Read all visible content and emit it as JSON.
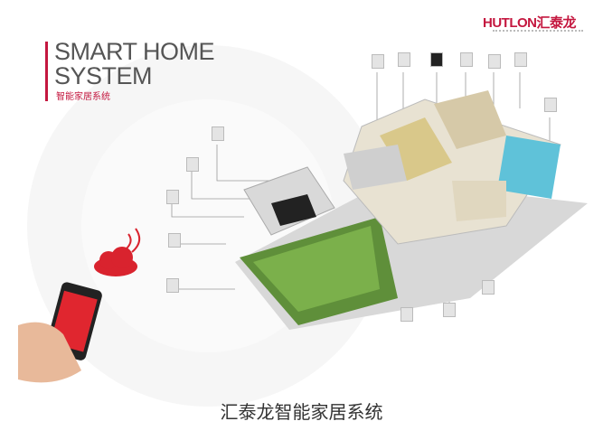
{
  "brand": {
    "logo": "HUTLON汇泰龙",
    "color": "#c4173f"
  },
  "header": {
    "title_line1": "SMART HOME",
    "title_line2": "SYSTEM",
    "subtitle": "智能家居系统"
  },
  "caption": "汇泰龙智能家居系统"
}
